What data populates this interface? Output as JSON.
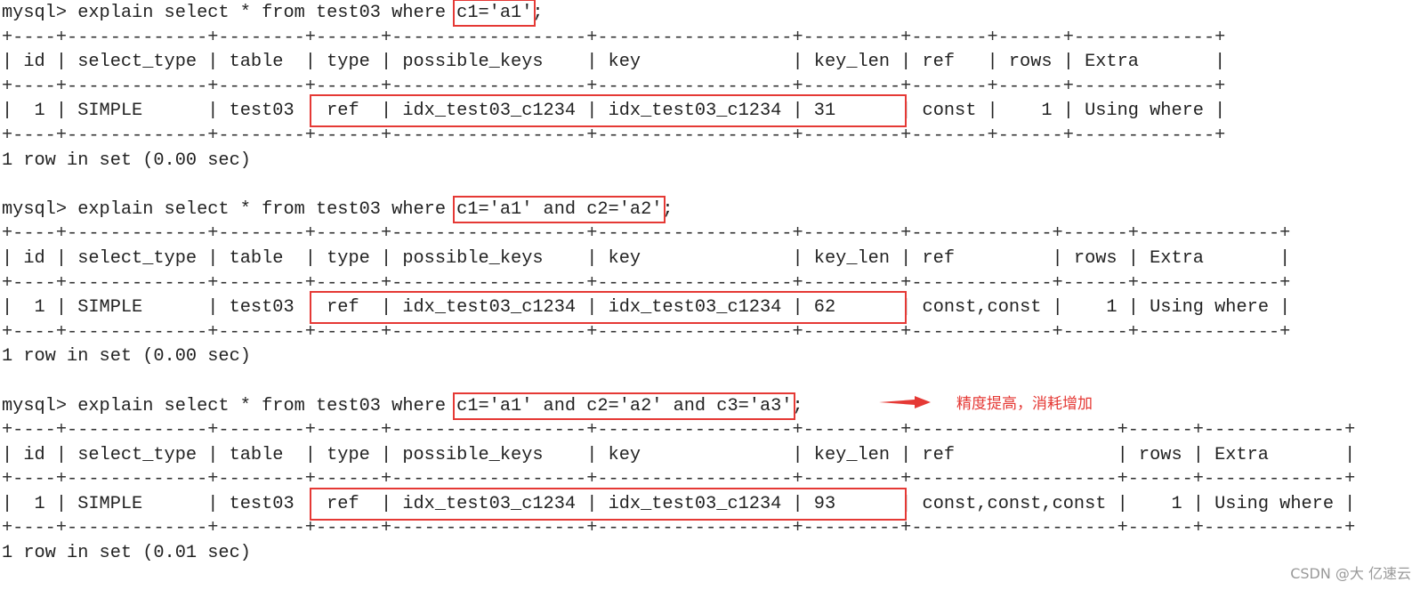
{
  "prompt": "mysql> ",
  "columns": [
    "id",
    "select_type",
    "table",
    "type",
    "possible_keys",
    "key",
    "key_len",
    "ref",
    "rows",
    "Extra"
  ],
  "queries": [
    {
      "command": "explain select * from test03 where ",
      "condition": "c1='a1'",
      "terminator": ";",
      "row": [
        "1",
        "SIMPLE",
        "test03",
        "ref",
        "idx_test03_c1234",
        "idx_test03_c1234",
        "31",
        "const",
        "1",
        "Using where"
      ],
      "result": "1 row in set (0.00 sec)"
    },
    {
      "command": "explain select * from test03 where ",
      "condition": "c1='a1' and c2='a2'",
      "terminator": ";",
      "row": [
        "1",
        "SIMPLE",
        "test03",
        "ref",
        "idx_test03_c1234",
        "idx_test03_c1234",
        "62",
        "const,const",
        "1",
        "Using where"
      ],
      "result": "1 row in set (0.00 sec)"
    },
    {
      "command": "explain select * from test03 where ",
      "condition": "c1='a1' and c2='a2' and c3='a3'",
      "terminator": ";",
      "row": [
        "1",
        "SIMPLE",
        "test03",
        "ref",
        "idx_test03_c1234",
        "idx_test03_c1234",
        "93",
        "const,const,const",
        "1",
        "Using where"
      ],
      "result": "1 row in set (0.01 sec)"
    }
  ],
  "annotation": {
    "text": "精度提高，消耗增加",
    "color": "#e53935",
    "arrow_icon": "arrow-right-icon"
  },
  "watermark": "CSDN @大  亿速云",
  "highlight_color": "#e53935"
}
